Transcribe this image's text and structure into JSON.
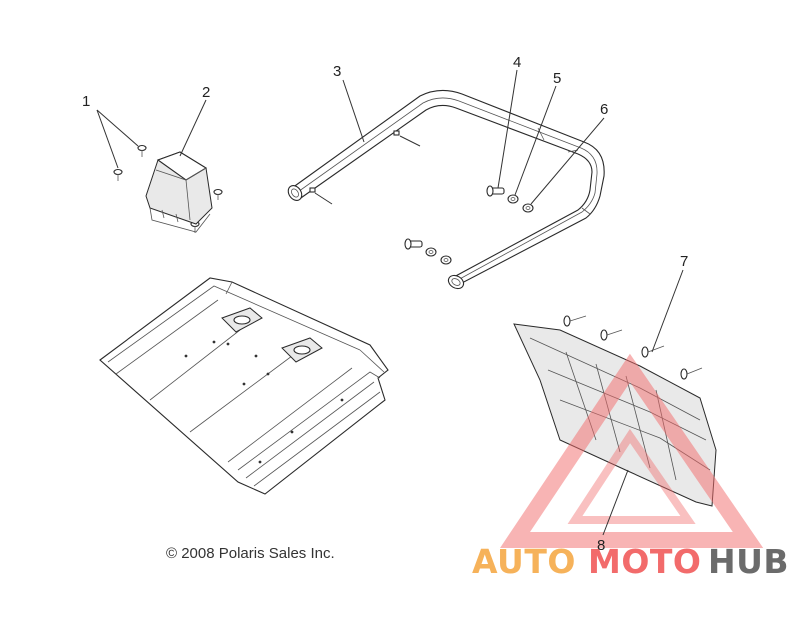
{
  "callouts": [
    "1",
    "2",
    "3",
    "4",
    "5",
    "6",
    "7",
    "8"
  ],
  "copyright": "© 2008 Polaris Sales Inc.",
  "watermark": {
    "part1": "AUTO",
    "part2": "MOTO",
    "part3": "HUB",
    "color_orange": "#f6b25a",
    "color_red": "#f26b6b",
    "color_grey": "#6b6b6b"
  }
}
